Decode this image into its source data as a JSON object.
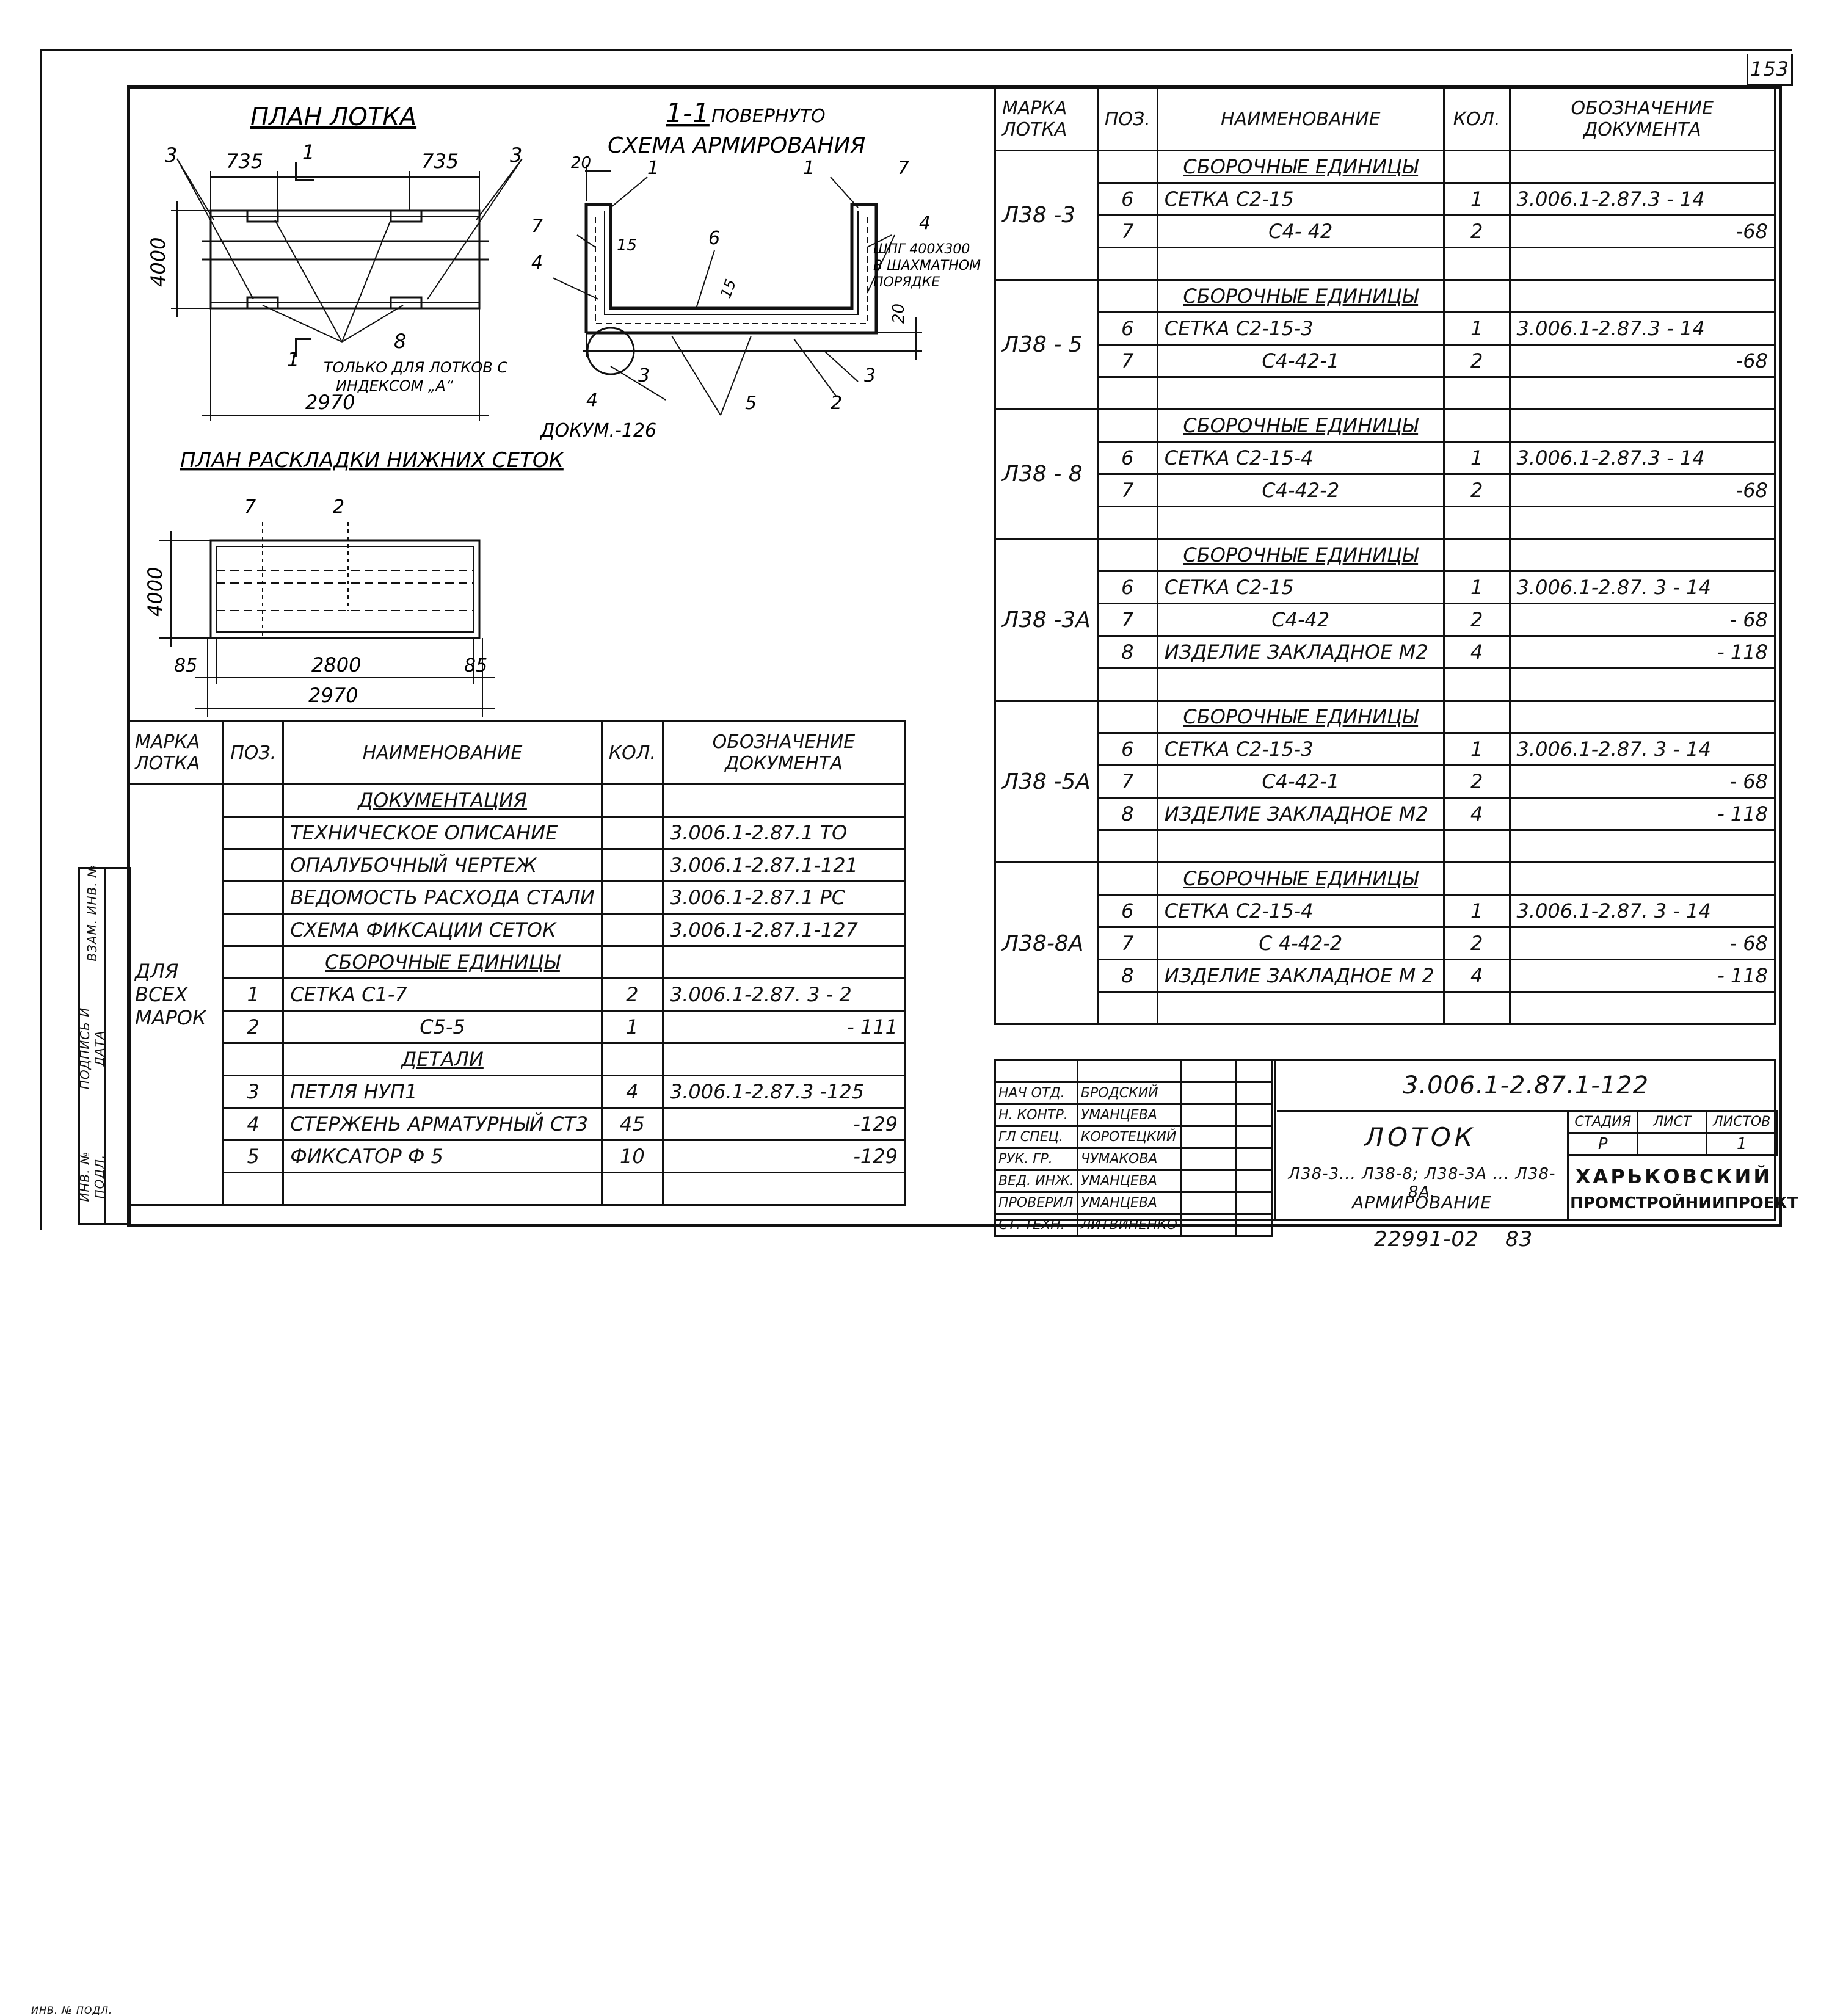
{
  "sheet_number": "153",
  "plan": {
    "title": "План лотка",
    "dims": {
      "left": "735",
      "right": "735",
      "height": "4000",
      "length": "2970"
    },
    "pos": {
      "a": "3",
      "b": "3",
      "c": "1",
      "d": "1",
      "e": "8"
    },
    "note_line1": "только для лотков с",
    "note_line2": "индексом „а“"
  },
  "section": {
    "title": "1-1",
    "subtitle": "повернуто",
    "title2": "Схема армирования",
    "dims": {
      "top": "20",
      "right": "20",
      "p15a": "15",
      "p15b": "15"
    },
    "pos": {
      "p1a": "1",
      "p1b": "1",
      "p7a": "7",
      "p7b": "7",
      "p4a": "4",
      "p4b": "4",
      "p6": "6",
      "p3a": "3",
      "p3b": "3",
      "p5": "5",
      "p2": "2",
      "p4c": "4"
    },
    "note_line1": "шпг 400х300",
    "note_line2": "в шахматном",
    "note_line3": "порядке",
    "doc_ref": "Докум.-126"
  },
  "mesh_plan": {
    "title": "План раскладки нижних сеток",
    "dims": {
      "height": "4000",
      "left": "85",
      "mid": "2800",
      "right": "85",
      "total": "2970"
    },
    "pos": {
      "p7": "7",
      "p2": "2"
    }
  },
  "left_spec": {
    "headers": {
      "mark": "Марка лотка",
      "pos": "Поз.",
      "name": "Наименование",
      "qty": "Кол.",
      "doc": "Обозначение документа"
    },
    "mark_label": "Для всех марок",
    "rows": [
      {
        "type": "section",
        "name": "Документация"
      },
      {
        "pos": "",
        "name": "Техническое описание",
        "qty": "",
        "doc": "3.006.1-2.87.1 ТО"
      },
      {
        "pos": "",
        "name": "Опалубочный чертеж",
        "qty": "",
        "doc": "3.006.1-2.87.1-121"
      },
      {
        "pos": "",
        "name": "Ведомость расхода стали",
        "qty": "",
        "doc": "3.006.1-2.87.1 РС"
      },
      {
        "pos": "",
        "name": "Схема фиксации сеток",
        "qty": "",
        "doc": "3.006.1-2.87.1-127"
      },
      {
        "type": "section",
        "name": "Сборочные единицы"
      },
      {
        "pos": "1",
        "name": "Сетка С1-7",
        "qty": "2",
        "doc": "3.006.1-2.87. 3 - 2"
      },
      {
        "pos": "2",
        "name": "С5-5",
        "qty": "1",
        "doc": "- 111",
        "center": true
      },
      {
        "type": "section",
        "name": "Детали"
      },
      {
        "pos": "3",
        "name": "Петля НУП1",
        "qty": "4",
        "doc": "3.006.1-2.87.3 -125"
      },
      {
        "pos": "4",
        "name": "Стержень арматурный Ст3",
        "qty": "45",
        "doc": "-129"
      },
      {
        "pos": "5",
        "name": "Фиксатор Ф 5",
        "qty": "10",
        "doc": "-129"
      }
    ]
  },
  "right_spec": {
    "headers": {
      "mark": "Марка лотка",
      "pos": "Поз.",
      "name": "Наименование",
      "qty": "Кол.",
      "doc": "Обозначение документа"
    },
    "groups": [
      {
        "mark": "Л38 -3",
        "section": "Сборочные единицы",
        "rows": [
          {
            "pos": "6",
            "name": "Сетка С2-15",
            "qty": "1",
            "doc": "3.006.1-2.87.3 - 14"
          },
          {
            "pos": "7",
            "name": "С4- 42",
            "qty": "2",
            "doc": "-68",
            "center": true
          }
        ]
      },
      {
        "mark": "Л38 - 5",
        "section": "Сборочные единицы",
        "rows": [
          {
            "pos": "6",
            "name": "Сетка С2-15-3",
            "qty": "1",
            "doc": "3.006.1-2.87.3 - 14"
          },
          {
            "pos": "7",
            "name": "С4-42-1",
            "qty": "2",
            "doc": "-68",
            "center": true
          }
        ]
      },
      {
        "mark": "Л38 - 8",
        "section": "Сборочные единицы",
        "rows": [
          {
            "pos": "6",
            "name": "Сетка С2-15-4",
            "qty": "1",
            "doc": "3.006.1-2.87.3 - 14"
          },
          {
            "pos": "7",
            "name": "С4-42-2",
            "qty": "2",
            "doc": "-68",
            "center": true
          }
        ]
      },
      {
        "mark": "Л38 -3а",
        "section": "Сборочные единицы",
        "rows": [
          {
            "pos": "6",
            "name": "Сетка С2-15",
            "qty": "1",
            "doc": "3.006.1-2.87. 3 - 14"
          },
          {
            "pos": "7",
            "name": "С4-42",
            "qty": "2",
            "doc": "- 68",
            "center": true
          },
          {
            "pos": "8",
            "name": "Изделие закладное М2",
            "qty": "4",
            "doc": "- 118"
          }
        ]
      },
      {
        "mark": "Л38 -5а",
        "section": "Сборочные единицы",
        "rows": [
          {
            "pos": "6",
            "name": "Сетка С2-15-3",
            "qty": "1",
            "doc": "3.006.1-2.87. 3 - 14"
          },
          {
            "pos": "7",
            "name": "С4-42-1",
            "qty": "2",
            "doc": "- 68",
            "center": true
          },
          {
            "pos": "8",
            "name": "Изделие закладное М2",
            "qty": "4",
            "doc": "- 118"
          }
        ]
      },
      {
        "mark": "Л38-8а",
        "section": "Сборочные единицы",
        "rows": [
          {
            "pos": "6",
            "name": "Сетка С2-15-4",
            "qty": "1",
            "doc": "3.006.1-2.87. 3 - 14"
          },
          {
            "pos": "7",
            "name": "С 4-42-2",
            "qty": "2",
            "doc": "- 68",
            "center": true
          },
          {
            "pos": "8",
            "name": "Изделие закладное М 2",
            "qty": "4",
            "doc": "- 118"
          }
        ]
      }
    ]
  },
  "side_stamp": [
    "Инв. № подл.",
    "Подпись и дата",
    "Взам. инв. №"
  ],
  "title_block": {
    "people": [
      {
        "role": "Нач отд.",
        "name": "Бродский"
      },
      {
        "role": "Н. контр.",
        "name": "Уманцева"
      },
      {
        "role": "Гл спец.",
        "name": "Коротецкий"
      },
      {
        "role": "Рук. гр.",
        "name": "Чумакова"
      },
      {
        "role": "Вед. инж.",
        "name": "Уманцева"
      },
      {
        "role": "Проверил",
        "name": "Уманцева"
      },
      {
        "role": "Ст. техн.",
        "name": "Литвиненко"
      }
    ],
    "code": "3.006.1-2.87.1-122",
    "object": "Лоток",
    "subtitle": "Л38-3... Л38-8; Л38-3а ... Л38-8а.",
    "subtitle2": "Армирование",
    "stage_h": "Стадия",
    "sheet_h": "Лист",
    "sheets_h": "Листов",
    "stage": "Р",
    "sheet": "",
    "sheets": "1",
    "org1": "Харьковский",
    "org2": "Промстройниипроект"
  },
  "footer": {
    "archive": "22991-02",
    "page": "83"
  }
}
